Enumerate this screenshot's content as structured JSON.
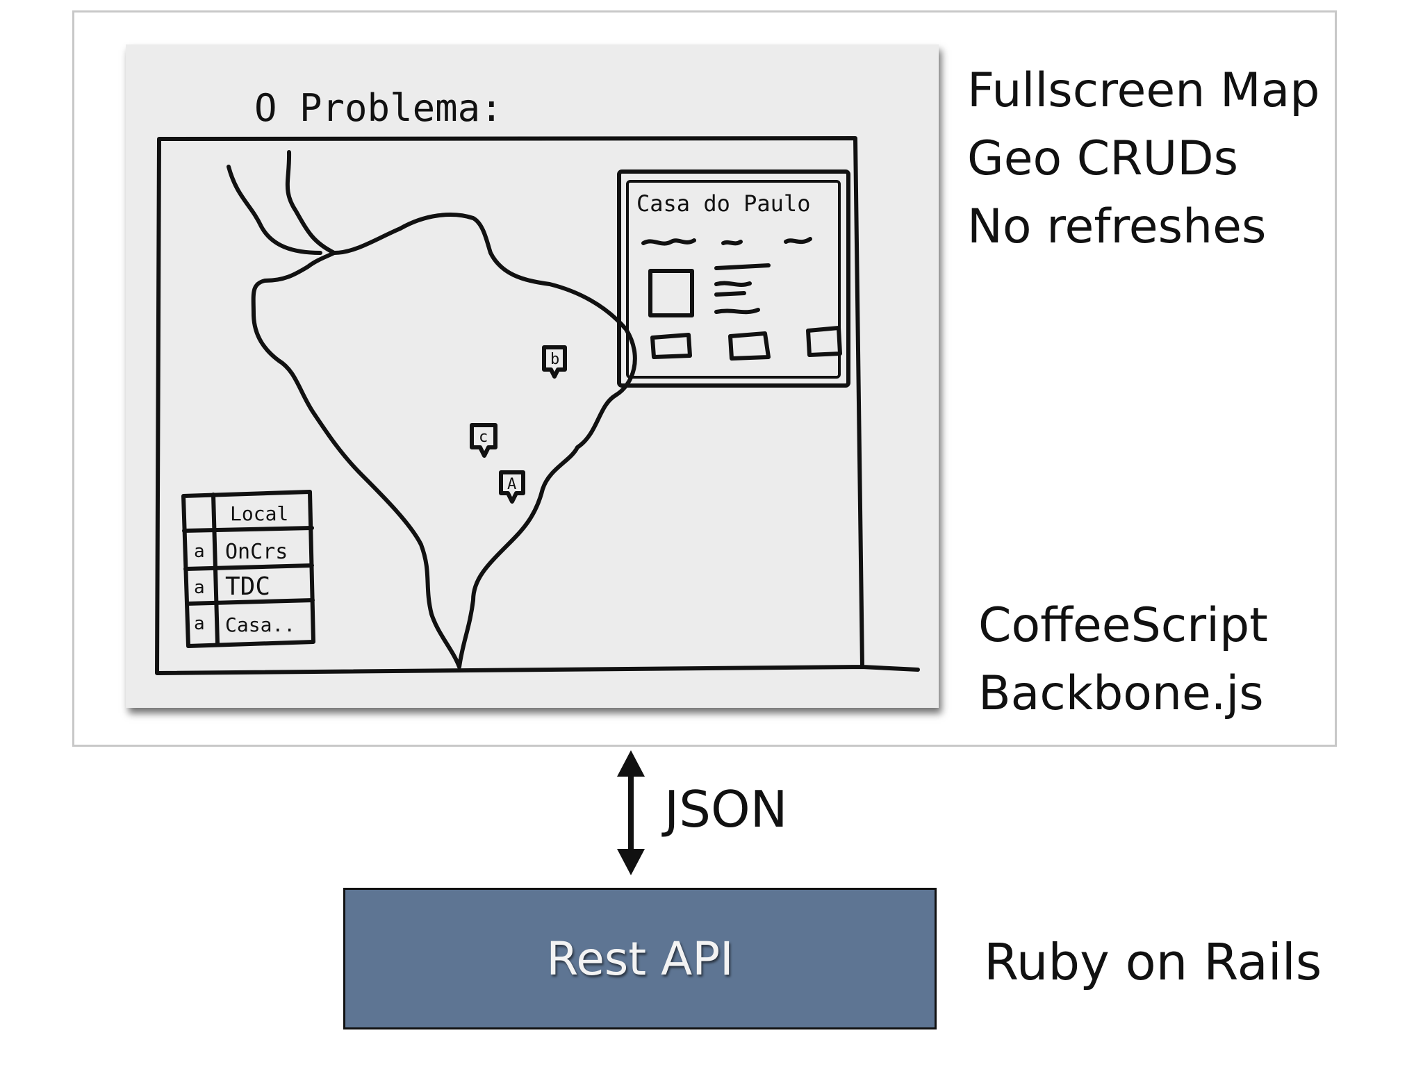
{
  "sketch": {
    "title": "O Problema:",
    "panel_title": "Casa do Paulo",
    "table": {
      "header": "Local",
      "rows": [
        {
          "icon": "a",
          "name": "OnCrs"
        },
        {
          "icon": "a",
          "name": "TDC"
        },
        {
          "icon": "a",
          "name": "Casa.."
        }
      ]
    },
    "markers": [
      "b",
      "c",
      "A"
    ]
  },
  "frontend_features": [
    "Fullscreen Map",
    "Geo CRUDs",
    "No refreshes"
  ],
  "frontend_tech": [
    "CoffeeScript",
    "Backbone.js"
  ],
  "connector_label": "JSON",
  "backend": {
    "box_label": "Rest API",
    "tech": "Ruby on Rails",
    "box_color": "#5e7593"
  }
}
